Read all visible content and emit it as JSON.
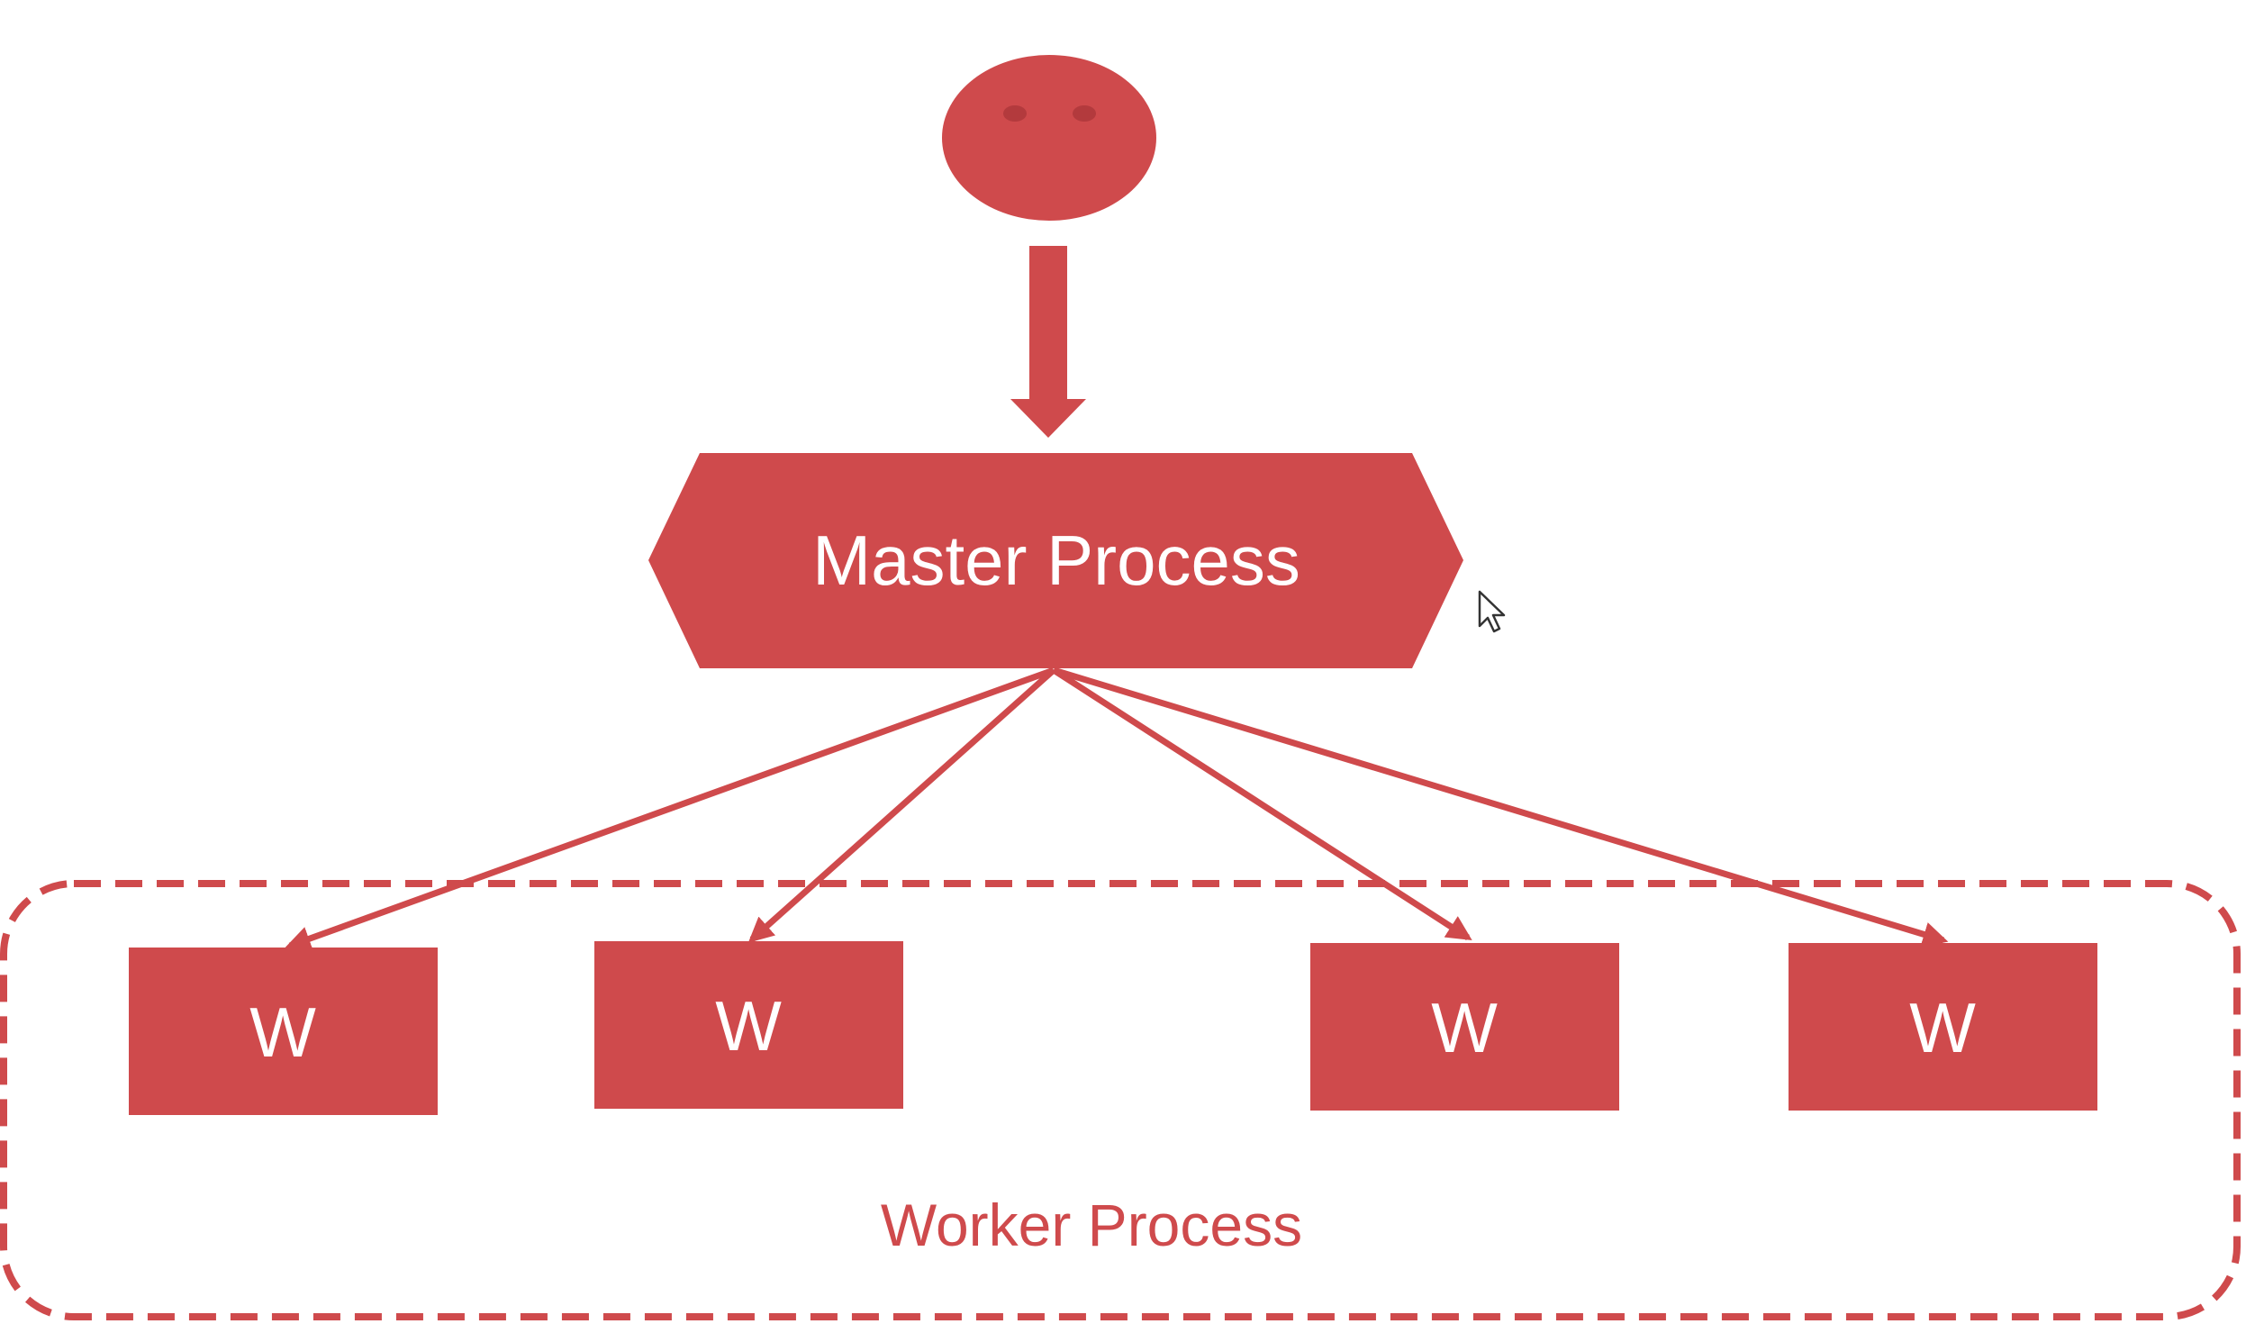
{
  "diagram": {
    "master_label": "Master Process",
    "worker_label": "W",
    "worker_count": 4,
    "group_label": "Worker Process"
  },
  "colors": {
    "accent": "#cf4a4c",
    "accent_dark": "#b33a3d",
    "background": "#ffffff",
    "text_on_accent": "#ffffff"
  },
  "icons": {
    "user": "user-head-icon",
    "cursor": "mouse-pointer-icon"
  }
}
